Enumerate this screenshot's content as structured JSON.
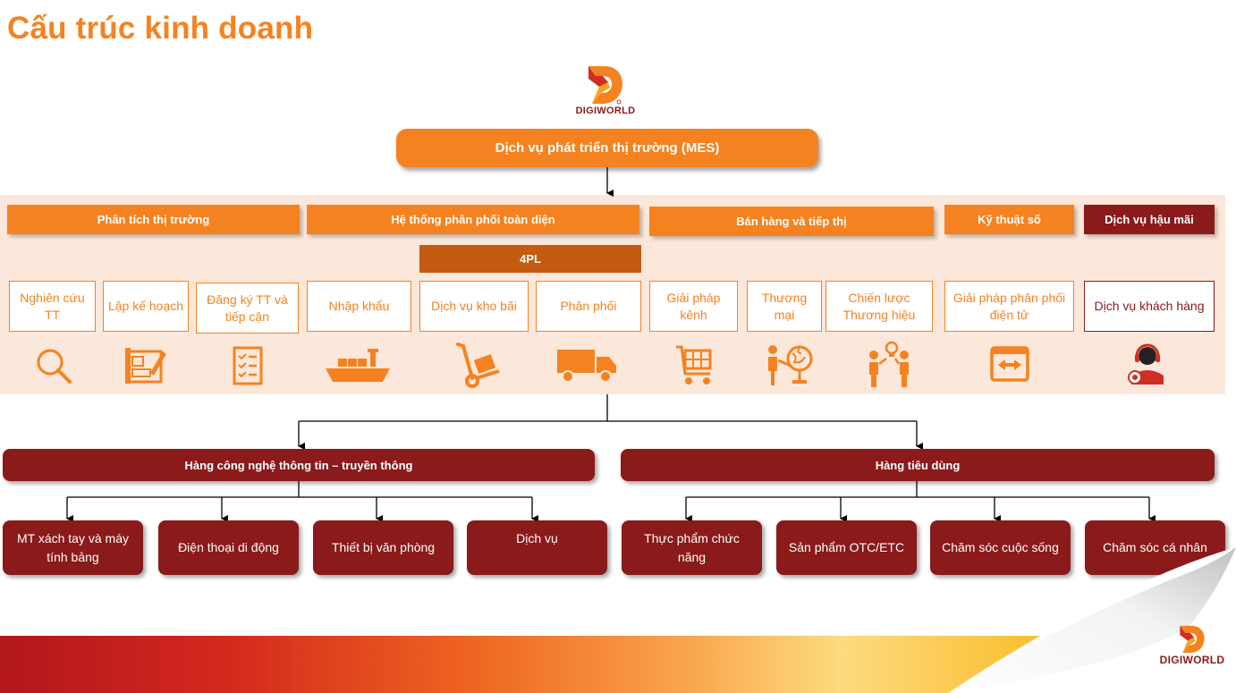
{
  "page_title": "Cấu trúc kinh doanh",
  "logo_text": "DIGIWORLD",
  "logo_registered": "®",
  "mes_label": "Dịch vụ phát triển thị trường (MES)",
  "categories": {
    "market_analysis": "Phân tích thị trường",
    "distribution": "Hệ thống phân phối toàn diện",
    "sales_marketing": "Bán hàng và tiếp thị",
    "digital": "Kỹ thuật số",
    "after_sales": "Dịch vụ hậu mãi",
    "fourpl": "4PL"
  },
  "services": {
    "research": "Nghiên cứu TT",
    "planning": "Lập kế hoạch",
    "registration": "Đăng ký TT và tiếp cận",
    "import": "Nhập khẩu",
    "warehouse": "Dịch vụ kho bãi",
    "distribution": "Phân phối",
    "channel": "Giải pháp kênh",
    "trade": "Thương mại",
    "brand": "Chiến lược Thương hiệu",
    "e_distribution": "Giải pháp phân phối điện tử",
    "customer_service": "Dịch vụ khách hàng"
  },
  "groups": {
    "ict": "Hàng công nghệ thông tin – truyền thông",
    "consumer": "Hàng tiêu dùng"
  },
  "products": {
    "laptop": "MT xách tay và máy tính bảng",
    "phone": "Điện thoại di động",
    "office": "Thiết bị văn phòng",
    "service": "Dịch vụ",
    "food": "Thực phẩm chức năng",
    "otc": "Sản phẩm OTC/ETC",
    "lifestyle": "Chăm sóc cuộc sống",
    "personal": "Chăm sóc cá nhân"
  },
  "icons": {
    "research": "magnifier-icon",
    "planning": "blueprint-icon",
    "registration": "checklist-icon",
    "import": "cargo-ship-icon",
    "warehouse": "hand-truck-icon",
    "distribution": "delivery-truck-icon",
    "channel": "shopping-cart-icon",
    "trade": "globe-handshake-icon",
    "brand": "people-idea-icon",
    "e_distribution": "exchange-screen-icon",
    "customer_service": "headset-agent-icon"
  },
  "colors": {
    "orange": "#F58220",
    "dark_red": "#8B1A1A",
    "band": "#FCE8DA",
    "fourpl": "#C55A11"
  }
}
